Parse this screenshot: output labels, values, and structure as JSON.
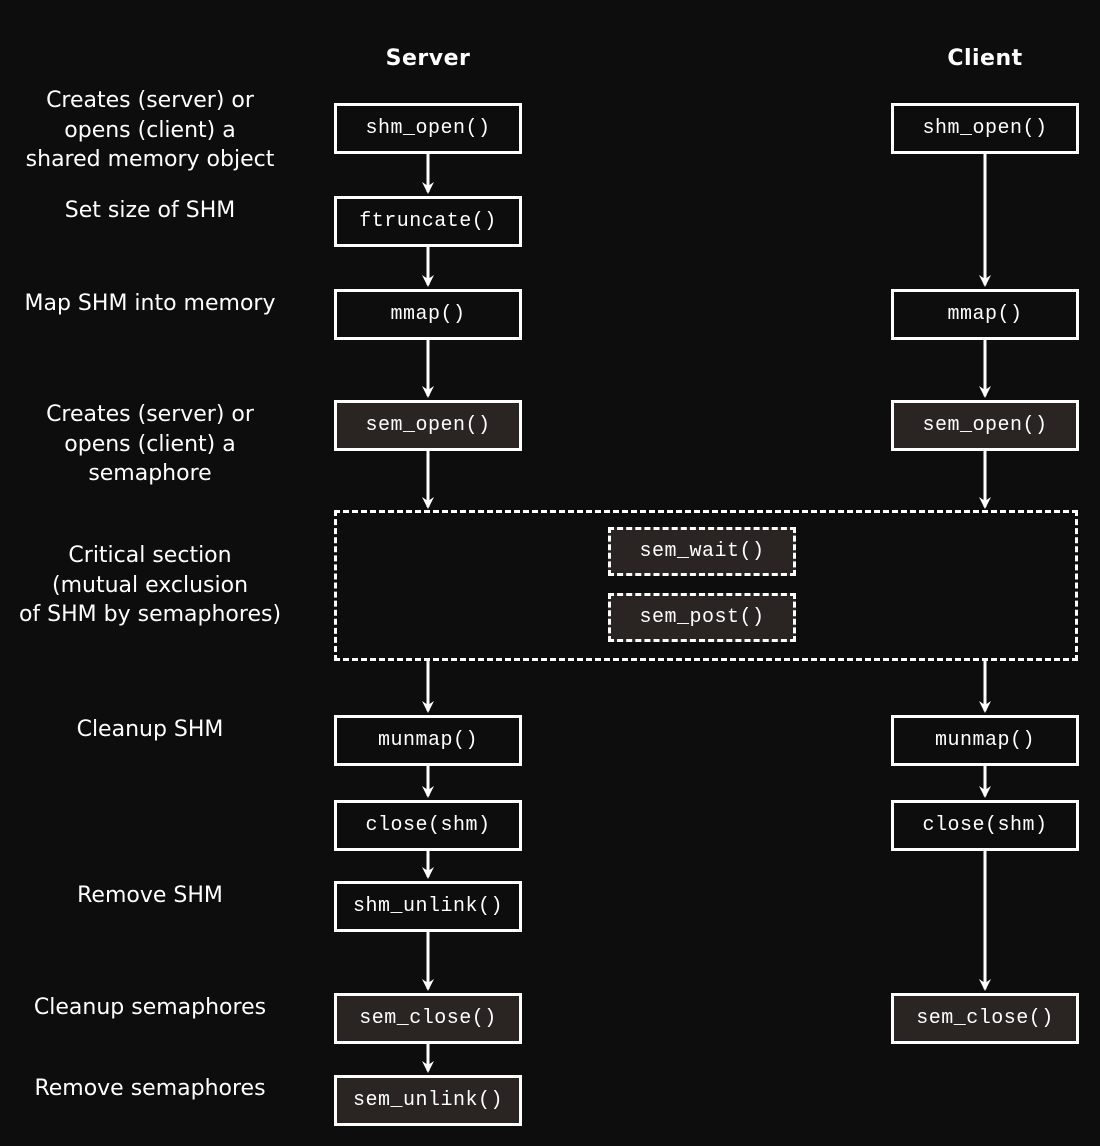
{
  "headers": {
    "server": "Server",
    "client": "Client"
  },
  "labels": {
    "shm_object": "Creates (server) or\nopens (client) a\nshared memory object",
    "set_size": "Set size of SHM",
    "map": "Map SHM into memory",
    "semaphore": "Creates (server) or\nopens (client) a\nsemaphore",
    "critical": "Critical section\n(mutual exclusion\nof SHM by semaphores)",
    "cleanup_shm": "Cleanup SHM",
    "remove_shm": "Remove SHM",
    "cleanup_sem": "Cleanup semaphores",
    "remove_sem": "Remove semaphores"
  },
  "server": {
    "shm_open": "shm_open()",
    "ftruncate": "ftruncate()",
    "mmap": "mmap()",
    "sem_open": "sem_open()",
    "munmap": "munmap()",
    "close": "close(shm)",
    "shm_unlink": "shm_unlink()",
    "sem_close": "sem_close()",
    "sem_unlink": "sem_unlink()"
  },
  "client": {
    "shm_open": "shm_open()",
    "mmap": "mmap()",
    "sem_open": "sem_open()",
    "munmap": "munmap()",
    "close": "close(shm)",
    "sem_close": "sem_close()"
  },
  "critical": {
    "sem_wait": "sem_wait()",
    "sem_post": "sem_post()"
  },
  "colors": {
    "background": "#0d0d0d",
    "stroke": "#ffffff",
    "semaphore_box_fill": "#2a2522"
  }
}
